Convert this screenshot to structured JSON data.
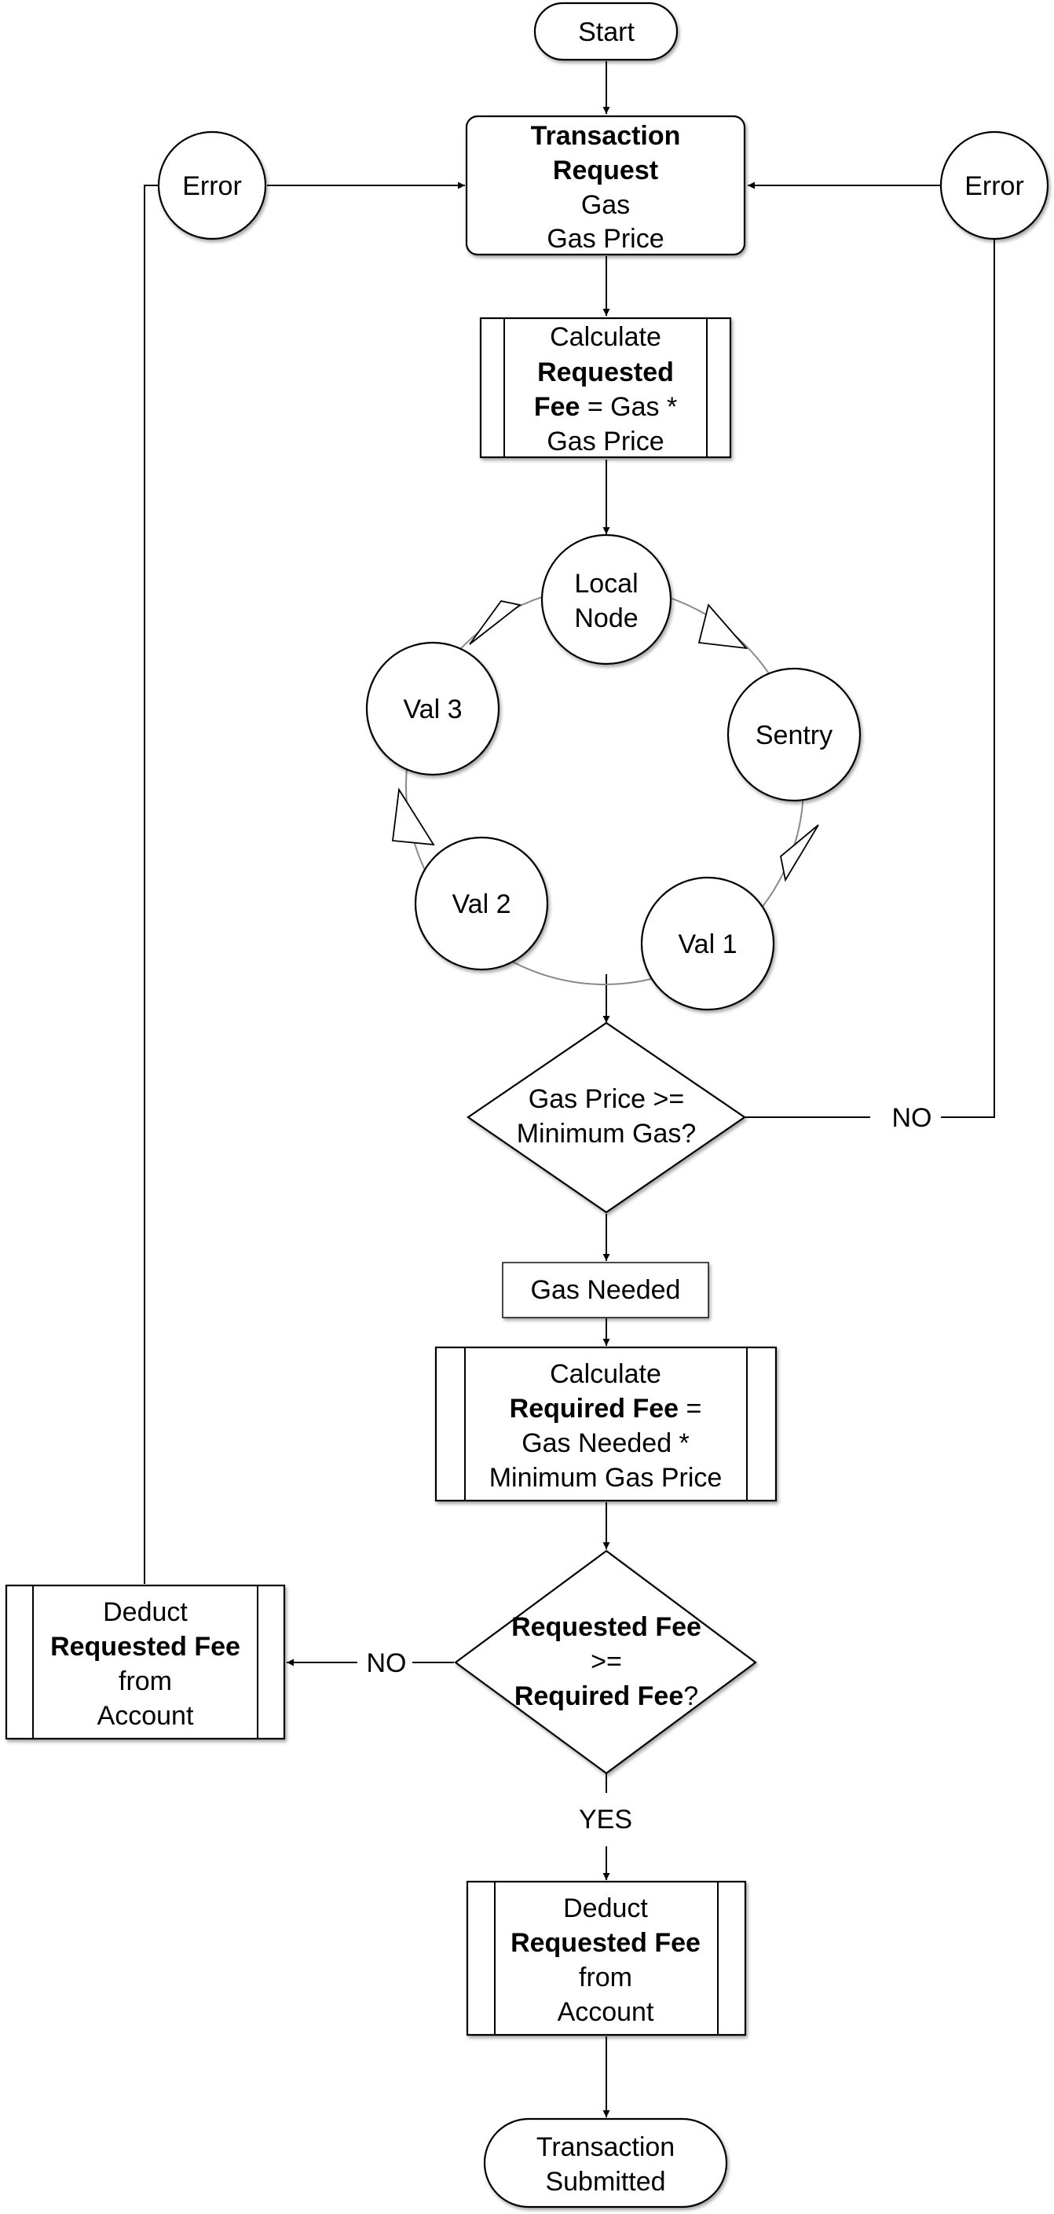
{
  "nodes": {
    "start": "Start",
    "error_left": "Error",
    "error_right": "Error",
    "tx_request": {
      "line1": "Transaction",
      "line2": "Request",
      "line3": "Gas",
      "line4": "Gas Price"
    },
    "calc_requested": {
      "line1": "Calculate",
      "line2": "Requested",
      "line3_bold": "Fee",
      "line3_rest": " = Gas *",
      "line4": "Gas Price"
    },
    "local_node": {
      "line1": "Local",
      "line2": "Node"
    },
    "sentry": "Sentry",
    "val1": "Val 1",
    "val2": "Val 2",
    "val3": "Val 3",
    "gas_check": {
      "line1": "Gas Price >=",
      "line2": "Minimum Gas?"
    },
    "gas_needed": "Gas Needed",
    "calc_required": {
      "line1": "Calculate",
      "line2_bold": "Required Fee",
      "line2_rest": " =",
      "line3": "Gas Needed *",
      "line4": "Minimum Gas Price"
    },
    "fee_check": {
      "line1": "Requested Fee",
      "line2": ">=",
      "line3_bold": "Required Fee",
      "line3_rest": "?"
    },
    "deduct_left": {
      "line1": "Deduct",
      "line2": "Requested Fee",
      "line3": "from",
      "line4": "Account"
    },
    "deduct_bottom": {
      "line1": "Deduct",
      "line2": "Requested Fee",
      "line3": "from",
      "line4": "Account"
    },
    "submitted": {
      "line1": "Transaction",
      "line2": "Submitted"
    }
  },
  "edge_labels": {
    "gas_no": "NO",
    "fee_no": "NO",
    "fee_yes": "YES"
  }
}
